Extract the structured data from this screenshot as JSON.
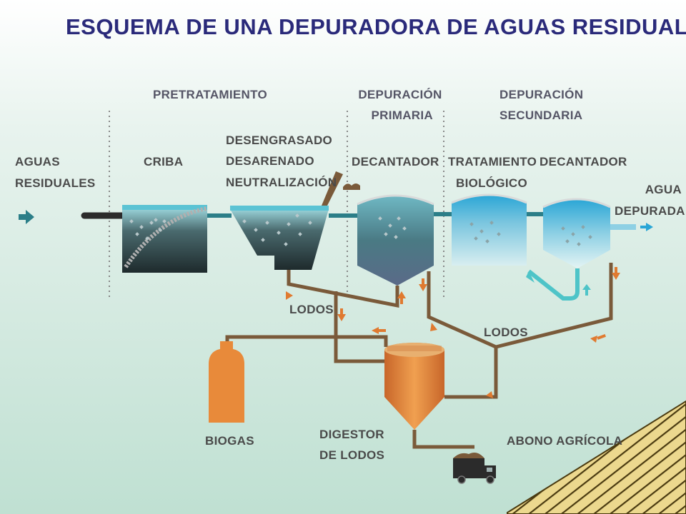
{
  "title": "ESQUEMA DE UNA DEPURADORA DE AGUAS RESIDUALES",
  "sections": {
    "pretratamiento": "PRETRATAMIENTO",
    "primaria_1": "DEPURACIÓN",
    "primaria_2": "PRIMARIA",
    "secundaria_1": "DEPURACIÓN",
    "secundaria_2": "SECUNDARIA"
  },
  "labels": {
    "aguas_1": "AGUAS",
    "aguas_2": "RESIDUALES",
    "criba": "CRIBA",
    "desengrasado": "DESENGRASADO",
    "desarenado": "DESARENADO",
    "neutralizacion": "NEUTRALIZACIÓN",
    "decantador_primario": "DECANTADOR",
    "tratamiento_1": "TRATAMIENTO",
    "tratamiento_2": "BIOLÓGICO",
    "decantador_secundario": "DECANTADOR",
    "agua_1": "AGUA",
    "agua_2": "DEPURADA",
    "lodos_1": "LODOS",
    "lodos_2": "LODOS",
    "biogas": "BIOGAS",
    "digestor_1": "DIGESTOR",
    "digestor_2": "DE LODOS",
    "abono": "ABONO AGRÍCOLA"
  },
  "colors": {
    "title": "#2a2a7a",
    "water": "#5bc3d4",
    "pipe": "#7a5a3a",
    "arrow": "#e07a30",
    "digester": "#e08a3a",
    "biogas_tank": "#e88a3a",
    "field": "#e8d48a"
  }
}
